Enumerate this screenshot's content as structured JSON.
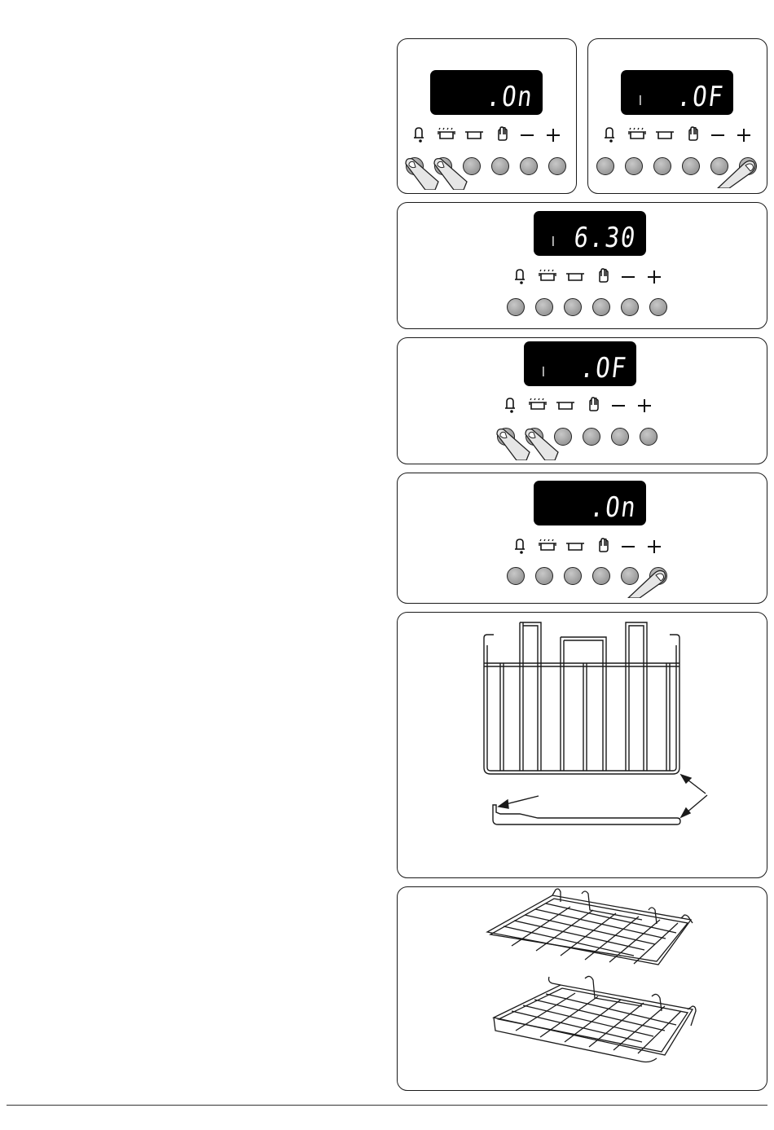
{
  "panels": [
    {
      "display": ".On",
      "key_symbol": false,
      "pressed": [
        "bell",
        "grill"
      ]
    },
    {
      "display": ".OF",
      "key_symbol": true,
      "pressed": [
        "plus"
      ]
    },
    {
      "display": "6.30",
      "key_symbol": true,
      "pressed": []
    },
    {
      "display": ".OF",
      "key_symbol": true,
      "pressed": [
        "bell",
        "grill"
      ]
    },
    {
      "display": ".On",
      "key_symbol": false,
      "pressed": [
        "plus"
      ]
    }
  ],
  "control_icons": [
    "bell-icon",
    "grill-icon",
    "oven-dish-icon",
    "hand-icon",
    "minus-icon",
    "plus-icon"
  ],
  "lcd": {
    "key_glyph": "ꟾ"
  },
  "illustrations": [
    {
      "name": "grill-pan-rack-and-handle"
    },
    {
      "name": "oven-shelves"
    }
  ],
  "colors": {
    "lcd_bg": "#000000",
    "button": "#a0a0a0",
    "line": "#1a1a1a"
  }
}
